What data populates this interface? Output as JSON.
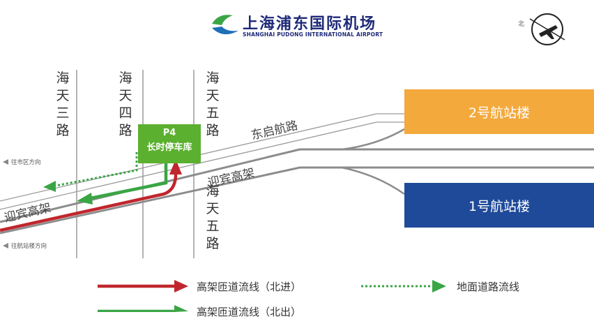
{
  "logo": {
    "name_cn": "上海浦东国际机场",
    "name_en": "SHANGHAI PUDONG INTERNATIONAL AIRPORT"
  },
  "compass": {
    "label": "北",
    "icon": "airplane-compass-icon"
  },
  "streets": {
    "haitian_3": "海天三路",
    "haitian_4": "海天四路",
    "haitian_5_north": "海天五路",
    "haitian_5_south": "海天五路"
  },
  "roads": {
    "dongqi": "东启航路",
    "yingbin_right": "迎宾高架",
    "yingbin_left": "迎宾高架"
  },
  "terminals": {
    "t2": "2号航站楼",
    "t1": "1号航站楼"
  },
  "directions": {
    "to_city": "往市区方向",
    "to_airport": "往航站楼方向"
  },
  "parking": {
    "line1": "P4",
    "line2": "长时停车库"
  },
  "legend": {
    "red_label": "高架匝道流线（北进）",
    "dotted_label": "地面道路流线",
    "green_label": "高架匝道流线（北出）"
  },
  "colors": {
    "terminal_2": "#f3a93c",
    "terminal_1": "#1f4a99",
    "inbound_route": "#c0262d",
    "outbound_route": "#3aa545",
    "ground_route": "#3aa545",
    "parking": "#5bb02f",
    "brand": "#1e2a78"
  }
}
